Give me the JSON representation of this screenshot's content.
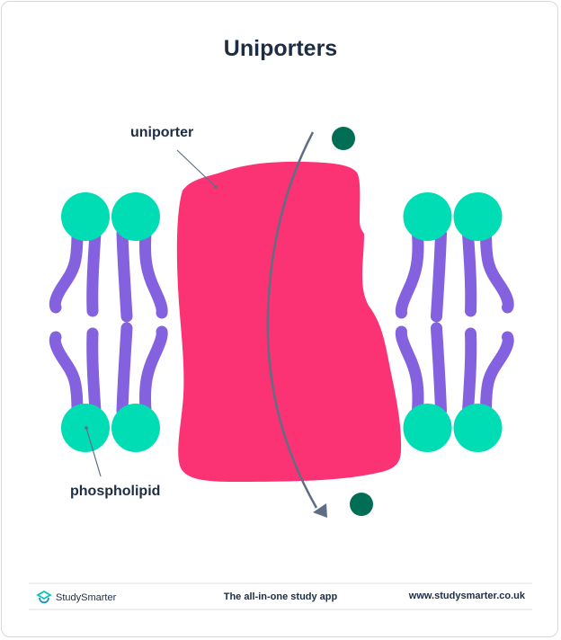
{
  "title": "Uniporters",
  "labels": {
    "uniporter": "uniporter",
    "phospholipid": "phospholipid"
  },
  "colors": {
    "protein": "#fb3374",
    "head": "#00dcb4",
    "tail": "#8462df",
    "molecule": "#006d55",
    "arrow": "#5e6f85",
    "text": "#1d2d44"
  },
  "footer": {
    "brand": "StudySmarter",
    "tagline": "The all-in-one study app",
    "url": "www.studysmarter.co.uk"
  }
}
